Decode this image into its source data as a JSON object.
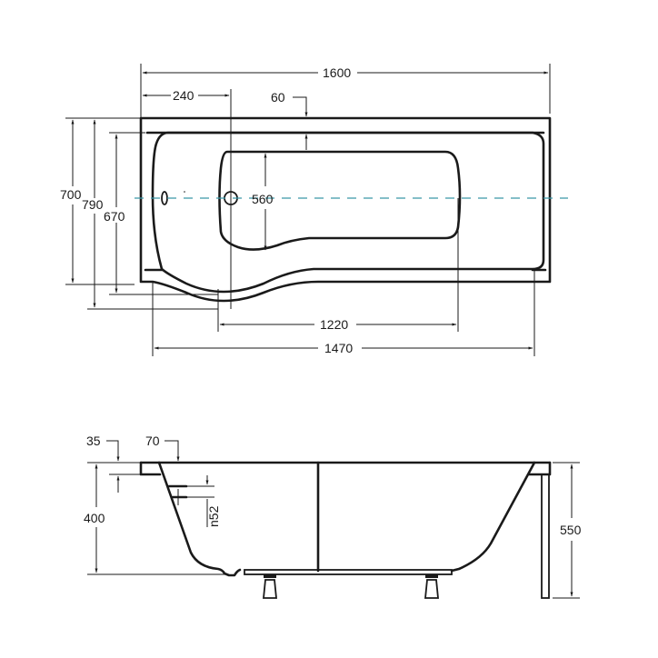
{
  "drawing": {
    "type": "bathtub technical drawing",
    "top_view": {
      "dimensions": {
        "overall_length": "1600",
        "waste_offset": "240",
        "rim_width": "60",
        "width_main": "700",
        "width_max": "790",
        "width_inner": "670",
        "inner_basin_width": "560",
        "inner_basin_length": "1220",
        "inner_length": "1470"
      }
    },
    "side_view": {
      "dimensions": {
        "rim_thickness": "35",
        "rim_depth": "70",
        "depth": "400",
        "overflow": "n52",
        "total_height": "550"
      }
    },
    "colors": {
      "line": "#1a1a1a",
      "center_axis": "#3a97a8"
    }
  }
}
